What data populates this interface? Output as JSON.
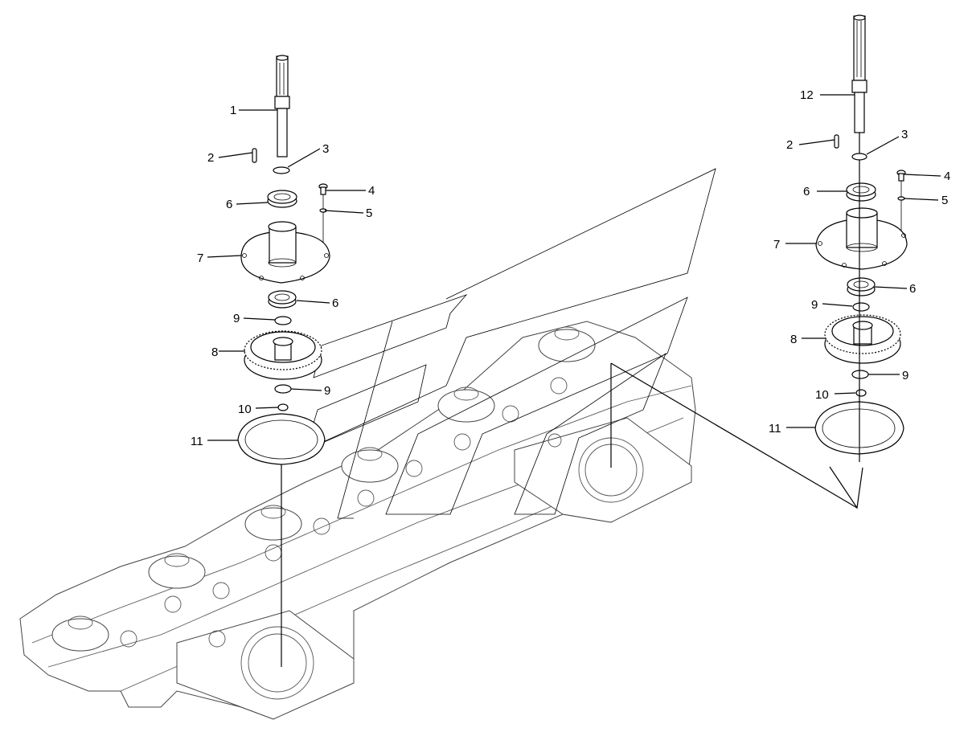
{
  "callouts": {
    "left": {
      "c1": "1",
      "c2": "2",
      "c3": "3",
      "c4": "4",
      "c5": "5",
      "c6a": "6",
      "c6b": "6",
      "c7": "7",
      "c8": "8",
      "c9a": "9",
      "c9b": "9",
      "c10": "10",
      "c11": "11"
    },
    "right": {
      "c12": "12",
      "c2": "2",
      "c3": "3",
      "c4": "4",
      "c5": "5",
      "c6a": "6",
      "c6b": "6",
      "c7": "7",
      "c8": "8",
      "c9a": "9",
      "c9b": "9",
      "c10": "10",
      "c11": "11"
    }
  },
  "colors": {
    "line": "#000000",
    "background": "#ffffff",
    "beam_line": "#444444"
  }
}
